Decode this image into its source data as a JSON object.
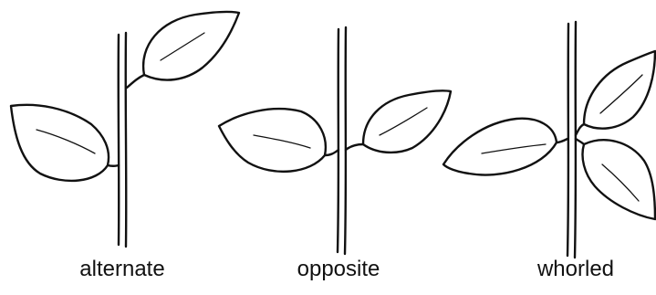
{
  "labels": {
    "alternate": "alternate",
    "opposite": "opposite",
    "whorled": "whorled"
  }
}
